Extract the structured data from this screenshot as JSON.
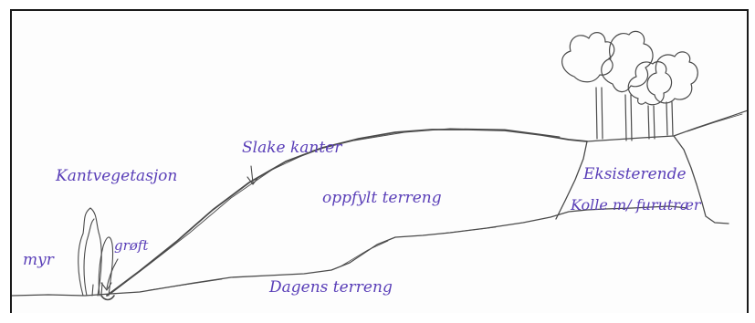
{
  "labels": {
    "kantvegetasjon": "Kantvegetasjon",
    "myr": "myr",
    "groft": "grøft",
    "slake_kanter": "Slake kanter",
    "oppfylt_terreng": "oppfylt terreng",
    "dagens_terreng": "Dagens terreng",
    "kolle_line1": "Eksisterende",
    "kolle_line2": "Kolle m/ furutrær"
  },
  "colors": {
    "ink": "#5a3fb8",
    "pencil": "#4a4a4a",
    "frame": "#1a1a1a"
  },
  "icons": [
    "tree-sketch-icon",
    "shrub-sketch-icon",
    "arrow-down-icon"
  ]
}
